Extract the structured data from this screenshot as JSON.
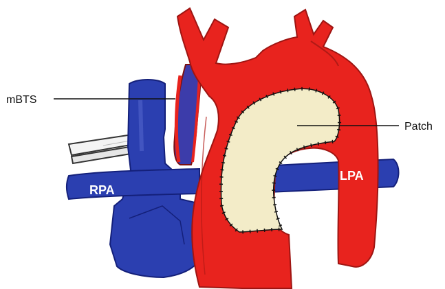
{
  "labels": {
    "mbts": "mBTS",
    "patch": "Patch",
    "rpa": "RPA",
    "lpa": "LPA"
  },
  "colors": {
    "aorta": "#e8231e",
    "aorta_dark": "#9e1512",
    "pulmonary": "#2b3fb0",
    "pulmonary_dark": "#14207a",
    "patch": "#f3ecc8",
    "clamp": "#f2f2f2",
    "suture": "#111111"
  }
}
